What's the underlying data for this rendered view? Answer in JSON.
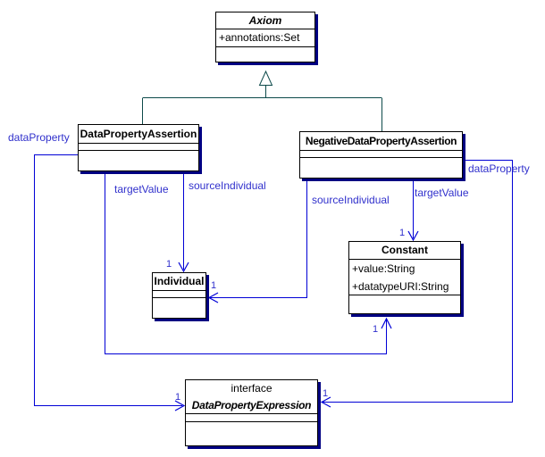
{
  "diagram": {
    "type": "uml-class-diagram",
    "background": "#ffffff"
  },
  "colors": {
    "association_line": "#0000d6",
    "association_label": "#3030cc",
    "generalization_line": "#0d4a4a",
    "box_border": "#000000",
    "box_shadow": "#000082",
    "box_fill": "#ffffff",
    "class_text": "#000000"
  },
  "classes": {
    "axiom": {
      "name": "Axiom",
      "abstract": true,
      "attributes": [
        "+annotations:Set"
      ]
    },
    "data_property_assertion": {
      "name": "DataPropertyAssertion"
    },
    "negative_data_property_assertion": {
      "name": "NegativeDataPropertyAssertion"
    },
    "individual": {
      "name": "Individual"
    },
    "constant": {
      "name": "Constant",
      "attributes": [
        "+value:String",
        "+datatypeURI:String"
      ]
    },
    "data_property_expression": {
      "stereotype": "interface",
      "name": "DataPropertyExpression"
    }
  },
  "association_labels": {
    "data_property_left": "dataProperty",
    "target_value_left": "targetValue",
    "source_individual_left": "sourceIndividual",
    "source_individual_right": "sourceIndividual",
    "target_value_right": "targetValue",
    "data_property_right": "dataProperty"
  },
  "multiplicities": {
    "individual_top": "1",
    "individual_right": "1",
    "constant_top": "1",
    "constant_bottom": "1",
    "expression_left": "1",
    "expression_right": "1"
  }
}
